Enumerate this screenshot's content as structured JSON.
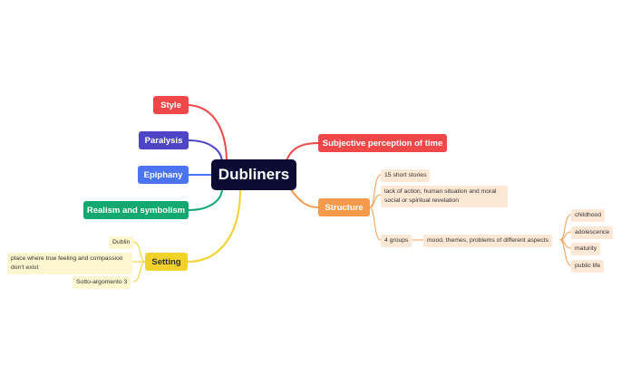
{
  "root": {
    "label": "Dubliners"
  },
  "left_topics": [
    {
      "id": "style",
      "label": "Style",
      "color": "#f04848"
    },
    {
      "id": "paralysis",
      "label": "Paralysis",
      "color": "#4d44c6"
    },
    {
      "id": "epiphany",
      "label": "Epiphany",
      "color": "#4a74f0"
    },
    {
      "id": "realism",
      "label": "Realism and symbolism",
      "color": "#12a870"
    },
    {
      "id": "setting",
      "label": "Setting",
      "color": "#f2d12a"
    }
  ],
  "right_topics": [
    {
      "id": "subjective",
      "label": "Subjective perception of time",
      "color": "#f04848"
    },
    {
      "id": "structure",
      "label": "Structure",
      "color": "#f59a4b"
    }
  ],
  "structure_children": [
    "15 short stories",
    "lack of action, human situation and moral social or spiritual revelation",
    "4 groups"
  ],
  "groups_child": "mood, themes, problems of different aspects",
  "aspects": [
    "childhood",
    "adolescence",
    "maturity",
    "public life"
  ],
  "setting_children": [
    "Dublin",
    "place where true feeling and compassion don't exist",
    "Sotto-argomento 3"
  ]
}
